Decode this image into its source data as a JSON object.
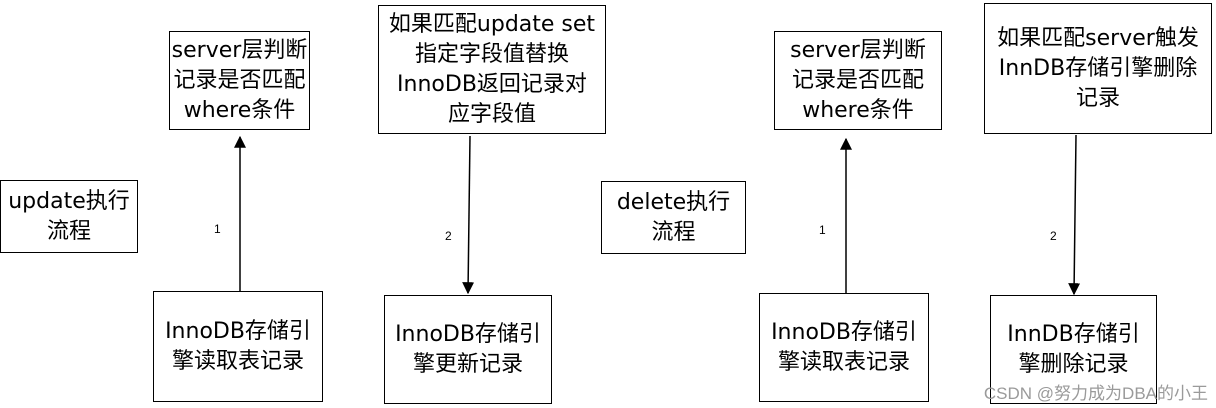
{
  "update_flow": {
    "title": "update执行\n流程",
    "server_box": "server层判断\n记录是否匹配\nwhere条件",
    "replace_box": "如果匹配update set\n指定字段值替换\nInnoDB返回记录对\n应字段值",
    "read_box": "InnoDB存储引\n擎读取表记录",
    "update_box": "InnoDB存储引\n擎更新记录",
    "step1": "1",
    "step2": "2"
  },
  "delete_flow": {
    "title": "delete执行\n流程",
    "server_box": "server层判断\n记录是否匹配\nwhere条件",
    "trigger_box": "如果匹配server触发\nInnDB存储引擎删除\n记录",
    "read_box": "InnoDB存储引\n擎读取表记录",
    "delete_box": "InnDB存储引\n擎删除记录",
    "step1": "1",
    "step2": "2"
  },
  "watermark": "CSDN @努力成为DBA的小王"
}
